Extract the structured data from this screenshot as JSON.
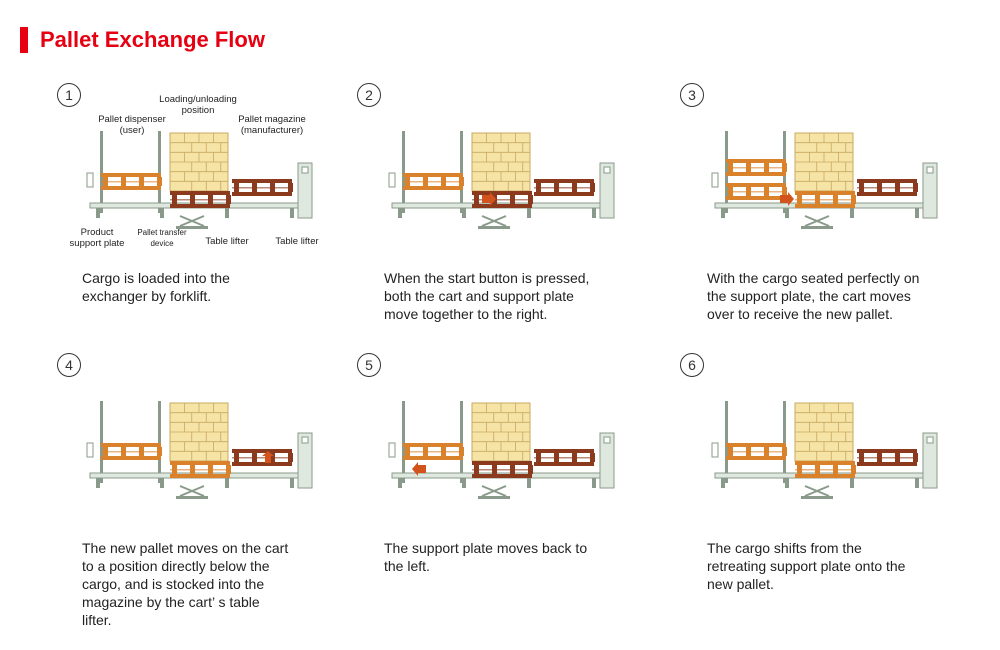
{
  "page": {
    "title": "Pallet Exchange Flow",
    "accent_color": "#e60012"
  },
  "steps": [
    {
      "number": "1",
      "description": "Cargo is loaded into the\nexchanger by forklift."
    },
    {
      "number": "2",
      "description": "When the start button is pressed,\nboth the cart and support plate\nmove together to the right."
    },
    {
      "number": "3",
      "description": "With the cargo seated perfectly on\nthe support plate, the cart moves\nover to receive the new pallet."
    },
    {
      "number": "4",
      "description": "The new pallet moves on the cart\nto a position directly below the\ncargo, and is stocked into the\nmagazine by the cart’ s table\nlifter."
    },
    {
      "number": "5",
      "description": "The support plate moves back to\nthe left."
    },
    {
      "number": "6",
      "description": "The cargo shifts from the\nretreating support plate onto the\nnew pallet."
    }
  ],
  "figure_labels": {
    "loading_position": "Loading/unloading\nposition",
    "pallet_dispenser": "Pallet dispenser\n(user)",
    "pallet_magazine": "Pallet magazine\n(manufacturer)",
    "product_support_plate": "Product\nsupport plate",
    "pallet_transfer_device": "Pallet transfer\ndevice",
    "table_lifter_1": "Table lifter",
    "table_lifter_2": "Table lifter"
  },
  "colors": {
    "cargo": "#f6e3a6",
    "cargo_line": "#c9a960",
    "frame": "#8a9a8a",
    "frame_fill": "#dfe8df",
    "pallet_brown": "#8b3a1e",
    "pallet_orange": "#d9822b",
    "arrow": "#d2541c"
  }
}
